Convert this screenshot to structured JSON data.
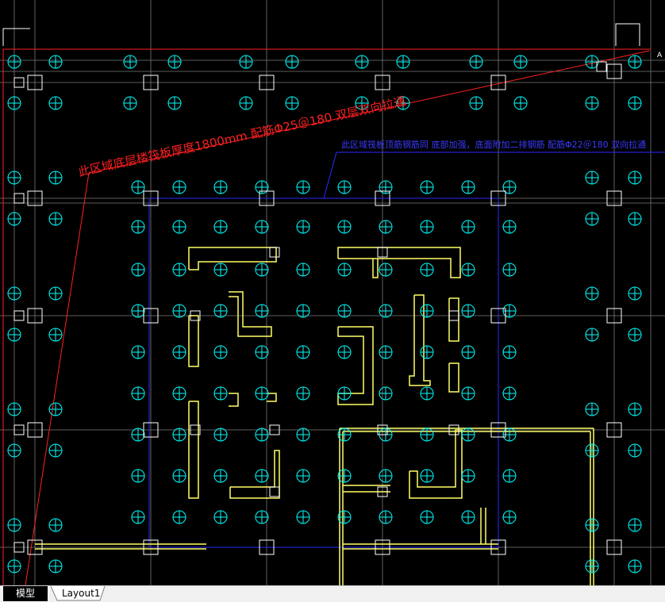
{
  "drawing": {
    "annotation_red": "此区域底层楼筏板厚度1800mm 配筋Φ25＠180 双层双向拉通",
    "annotation_blue": "此区域筏板顶筋钢筋同 底部加强，底面附加二排钢筋 配筋Φ22＠180 双向拉通",
    "corner_label": "A",
    "colors": {
      "background": "#000000",
      "grid": "#8c8c8c",
      "pile": "#00ffff",
      "wall": "#ffff66",
      "boundary_red": "#ff2020",
      "boundary_blue": "#2a2aff",
      "column": "#ffffff"
    }
  },
  "tabs": [
    {
      "label": "模型",
      "active": true
    },
    {
      "label": "Layout1",
      "active": false
    }
  ]
}
